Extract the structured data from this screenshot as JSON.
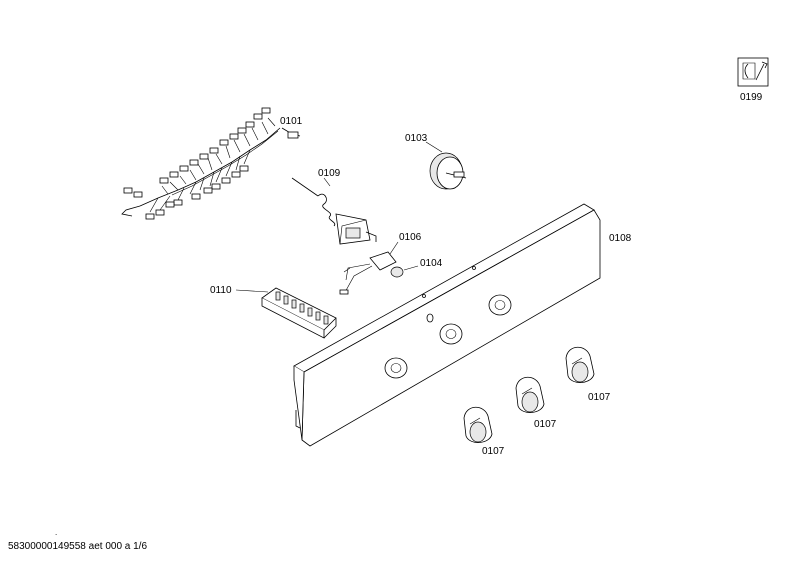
{
  "parts": {
    "p0101": "0101",
    "p0103": "0103",
    "p0104": "0104",
    "p0106": "0106",
    "p0107a": "0107",
    "p0107b": "0107",
    "p0107c": "0107",
    "p0108": "0108",
    "p0109": "0109",
    "p0110": "0110",
    "p0199": "0199"
  },
  "footer": {
    "text": "58300000149558 aet 000 a 1/6",
    "dot": "."
  },
  "icons": {
    "service_tool": "wrench-document-icon"
  }
}
